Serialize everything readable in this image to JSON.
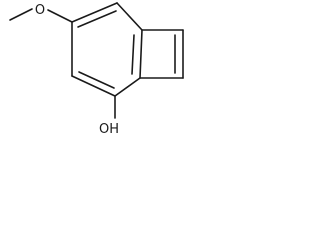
{
  "molecule": {
    "atoms": [
      {
        "id": "methoxy-oxygen",
        "label": "O"
      },
      {
        "id": "hydroxyl",
        "label": "OH"
      }
    ]
  }
}
